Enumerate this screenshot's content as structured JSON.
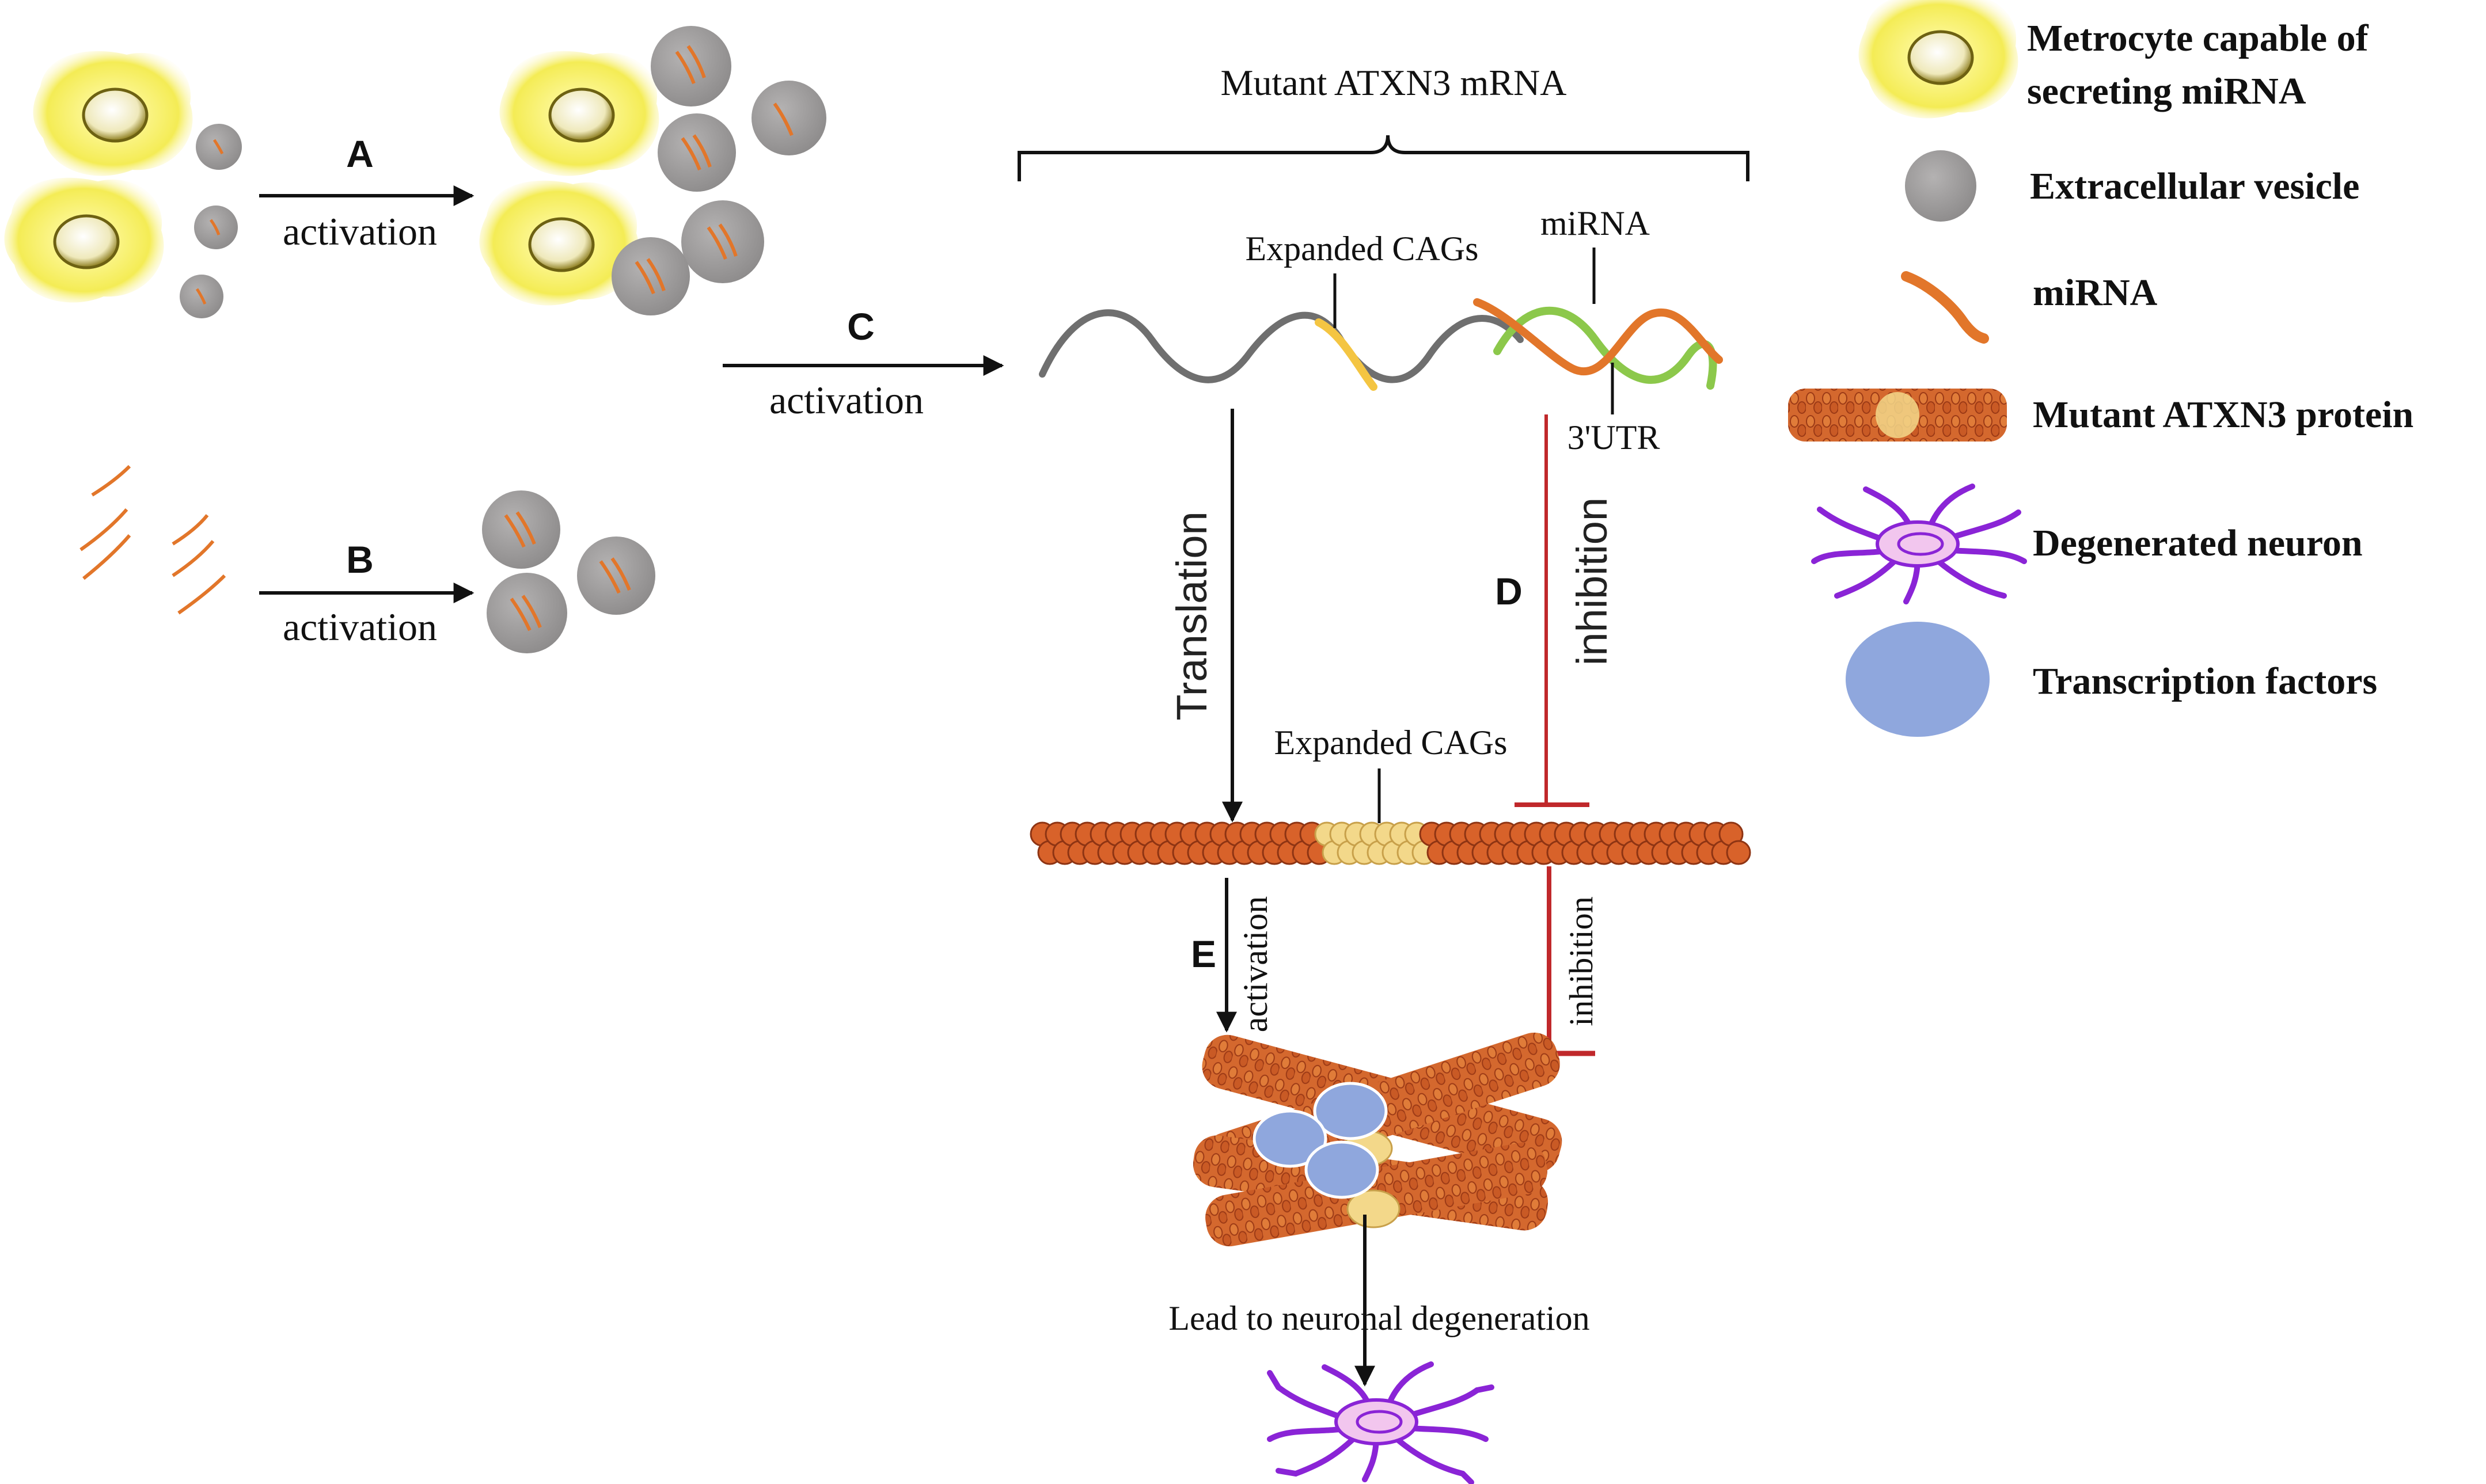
{
  "step_labels": {
    "a": "A",
    "b": "B",
    "c": "C",
    "d": "D",
    "e": "E"
  },
  "arrow_labels": {
    "a_activation": "activation",
    "b_activation": "activation",
    "c_activation": "activation",
    "translation": "Translation",
    "d_inhibition": "inhibition",
    "e_activation": "activation",
    "protein_inhibition": "inhibition"
  },
  "mrna": {
    "title": "Mutant ATXN3 mRNA",
    "expanded_cags": "Expanded CAGs",
    "mirna": "miRNA",
    "utr": "3'UTR"
  },
  "protein": {
    "expanded_cags": "Expanded CAGs"
  },
  "outcome": {
    "label": "Lead to neuronal degeneration"
  },
  "legend": {
    "items": [
      {
        "icon": "metrocyte-icon",
        "lines": [
          "Metrocyte capable of",
          "secreting miRNA"
        ]
      },
      {
        "icon": "vesicle-icon",
        "lines": [
          "Extracellular vesicle"
        ]
      },
      {
        "icon": "mirna-icon",
        "lines": [
          "miRNA"
        ]
      },
      {
        "icon": "protein-icon",
        "lines": [
          "Mutant ATXN3 protein"
        ]
      },
      {
        "icon": "neuron-icon",
        "lines": [
          "Degenerated neuron"
        ]
      },
      {
        "icon": "transcription-factor-icon",
        "lines": [
          "Transcription factors"
        ]
      }
    ]
  },
  "colors": {
    "cell_glow": "#f7f06a",
    "cell_nucleus": "#f2eec4",
    "vesicle": "#9c9a9a",
    "mirna": "#e2762a",
    "protein": "#d8622a",
    "cag_beads": "#f3d88a",
    "inhibition": "#c0282b",
    "neuron": "#8a24d6",
    "neuron_body": "#f2c6ee",
    "transcription_factor": "#8fa7dd",
    "utr_strand": "#8cc84b",
    "cag_strand": "#f4c542"
  }
}
